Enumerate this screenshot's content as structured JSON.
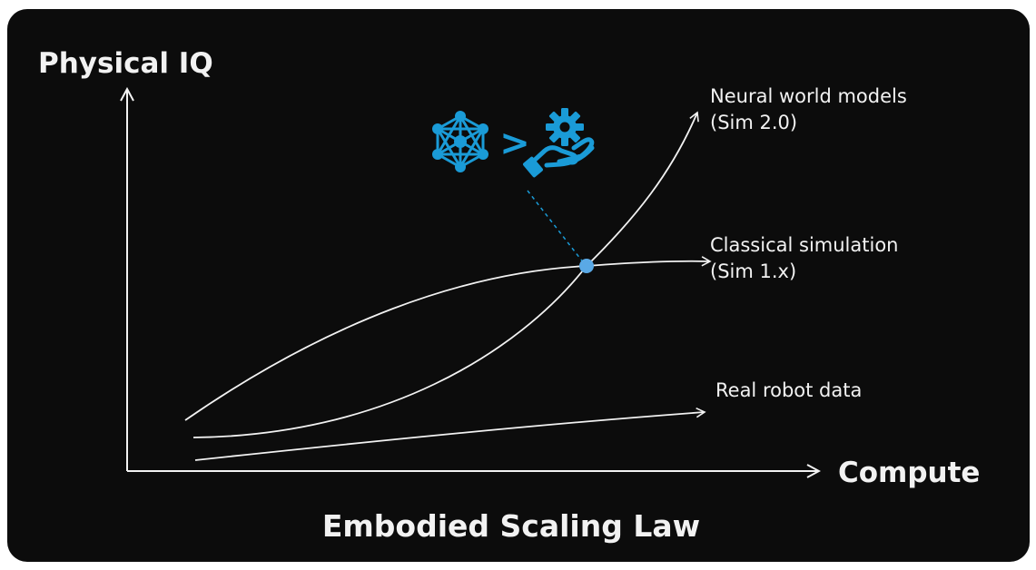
{
  "diagram": {
    "title": "Embodied Scaling Law",
    "y_axis_label": "Physical IQ",
    "x_axis_label": "Compute",
    "curves": [
      {
        "id": "neural",
        "label_line1": "Neural world models",
        "label_line2": "(Sim 2.0)"
      },
      {
        "id": "classical",
        "label_line1": "Classical simulation",
        "label_line2": "(Sim 1.x)"
      },
      {
        "id": "real",
        "label_line1": "Real robot data",
        "label_line2": ""
      }
    ],
    "callout": {
      "left_icon": "neural-network-icon",
      "symbol": ">",
      "right_icon": "gear-in-hand-icon"
    },
    "colors": {
      "background": "#0c0c0c",
      "line": "#f2f2f2",
      "accent": "#1a9bd7",
      "marker": "#5aa9e6"
    }
  }
}
